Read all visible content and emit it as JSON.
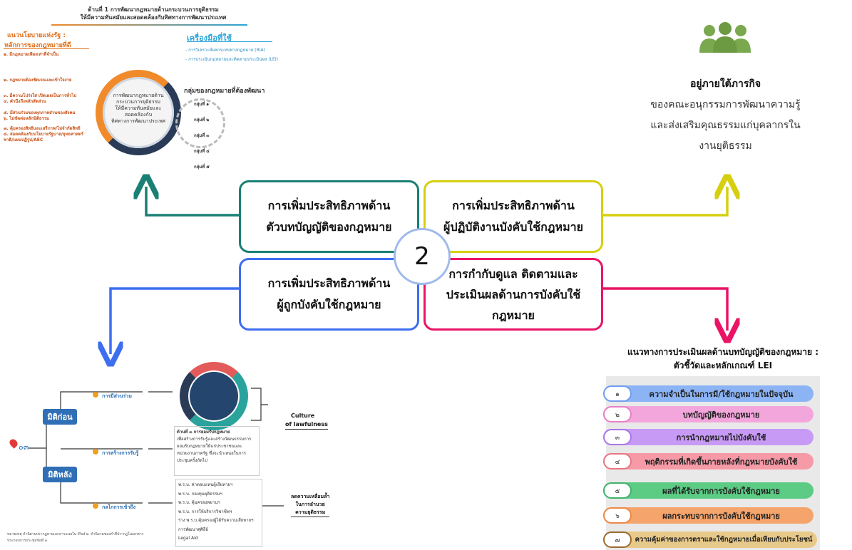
{
  "center_number": "2",
  "boxes": {
    "teal": [
      "การเพิ่มประสิทธิภาพด้าน",
      "ตัวบทบัญญัติของกฎหมาย"
    ],
    "yellow": [
      "การเพิ่มประสิทธิภาพด้าน",
      "ผู้ปฏิบัติงานบังคับใช้กฎหมาย"
    ],
    "blue": [
      "การเพิ่มประสิทธิภาพด้าน",
      "ผู้ถูกบังคับใช้กฎหมาย"
    ],
    "pink": [
      "การกำกับดูแล ติดตามและ",
      "ประเมินผลด้านการบังคับใช้",
      "กฎหมาย"
    ]
  },
  "top_left": {
    "title_line1": "ด้านที่ 1 การพัฒนากฎหมายด้านกระบวนการยุติธรรม",
    "title_line2": "ให้มีความทันสมัยและสอดคล้องกับทิศทางการพัฒนาประเทศ",
    "policy_heading": "แนวนโยบายแห่งรัฐ :",
    "principle_heading": "หลักการของกฎหมายที่ดี",
    "principles": [
      "๑. มีกฎหมายเพียงเท่าที่จำเป็น",
      "๒. กฎหมายต้องชัดเจนและเข้าใจง่าย",
      "๓. มีความโปร่งใส เปิดเผยเป็นการทั่วไป",
      "๔. คำนึงถึงหลักสัดส่วน",
      "๕. มีส่วนร่วมของทุกภาคส่วนของสังคม",
      "๖. ไม่ขัดต่อหลักนิติธรรม",
      "๗. คุ้มครองสิทธิและเสรีภาพ/ไม่จำกัดสิทธิ",
      "๘. สอดคล้องกับนโยบายรัฐบาล/ยุทธศาสตร์ชาติ/แผนปฏิรูป/AEC"
    ],
    "ring_text": [
      "การพัฒนากฎหมายด้าน",
      "กระบวนการยุติธรรม",
      "ให้มีความทันสมัยและ",
      "สอดคล้องกับ",
      "ทิศทางการพัฒนาประเทศ"
    ],
    "tools_heading": "เครื่องมือที่ใช้",
    "tools": [
      "- การวิเคราะห์ผลกระทบทางกฎหมาย (RIA)",
      "- การประเมินกฎหมายและติดตามประเมินผล (LEI)"
    ],
    "groups_heading": "กลุ่มของกฎหมายที่ต้องพัฒนา",
    "groups": [
      "กลุ่มที่ ๑",
      "กลุ่มที่ ๒",
      "กลุ่มที่ ๓",
      "กลุ่มที่ ๔",
      "กลุ่มที่ ๕"
    ]
  },
  "top_right": {
    "heading": "อยู่ภายใต้ภารกิจ",
    "lines": [
      "ของคณะอนุกรรมการพัฒนาความรู้",
      "และส่งเสริมคุณธรรมแก่บุคลากรใน",
      "งานยุติธรรม"
    ]
  },
  "bottom_left": {
    "origin_label": "๐๓",
    "before": "มิติก่อน",
    "after": "มิติหลัง",
    "branches": [
      "การมีส่วนร่วม",
      "การสร้างการรับรู้",
      "กลไกการเข้าถึง"
    ],
    "culture": [
      "Culture",
      "of lawfulness"
    ],
    "mid_text": [
      "ด้านที่ ๓ การยอมรับกฎหมาย",
      "เพื่อสร้างการรับรู้และสร้างวัฒนธรรมการ",
      "ยอมรับกฎหมายให้แก่ประชาชนและ",
      "หน่วยงานภาครัฐ ซึ่งจะนำเสนอในการ",
      "ประชุมครั้งถัดไป"
    ],
    "laws": [
      "พ.ร.บ. ค่าตอบแทนผู้เสียหายฯ",
      "พ.ร.บ. กองทุนยุติธรรมฯ",
      "พ.ร.บ. คุ้มครองพยานฯ",
      "พ.ร.บ. การให้บริการวิชาชีพฯ",
      "ร่าง พ.ร.บ.คุ้มครองผู้ได้รับความเสียหายฯ",
      "การพัฒนาศุศิลีย์",
      "Legal Aid"
    ],
    "reduce": [
      "ลดความเหลื่อมล้ำ",
      "ในการอำนวย",
      "ความยุติธรรม"
    ],
    "footnote": [
      "หมายเหตุ คำนิยามปรากฏตามเอกสารแนบใน iPad ๒. คำนิยามของคำที่ปรากฏในเอกสาร",
      "ประกอบการประชุมข้อที่ ๓"
    ]
  },
  "bottom_right": {
    "title_line1": "แนวทางการประเมินผลด้านบทบัญญัติของกฎหมาย :",
    "title_line2": "ตัวชี้วัดและหลักเกณฑ์ LEI",
    "items": [
      {
        "num": "๑",
        "label": "ความจำเป็นในการมี/ใช้กฎหมายในปัจจุบัน",
        "color": "#8cb4f5"
      },
      {
        "num": "๒",
        "label": "บทบัญญัติของกฎหมาย",
        "color": "#f3a6dc"
      },
      {
        "num": "๓",
        "label": "การนำกฎหมายไปบังคับใช้",
        "color": "#c79af5"
      },
      {
        "num": "๔",
        "label": "พฤติกรรมที่เกิดขึ้นภายหลังที่กฎหมายบังคับใช้",
        "color": "#f59aa6"
      },
      {
        "num": "๕",
        "label": "ผลที่ได้รับจากการบังคับใช้กฎหมาย",
        "color": "#5ccb84"
      },
      {
        "num": "๖",
        "label": "ผลกระทบจากการบังคับใช้กฎหมาย",
        "color": "#f5a46c"
      },
      {
        "num": "๗",
        "label": "ความคุ้มค่าของการตราและใช้กฎหมายเมื่อเทียบกับประโยชน์",
        "color": "#e7c98a"
      }
    ]
  },
  "colors": {
    "teal": "#1a7f74",
    "yellow": "#d6cf0f",
    "blue": "#3d6ef0",
    "pink": "#ea1466",
    "green_icon": "#7aa84e"
  }
}
